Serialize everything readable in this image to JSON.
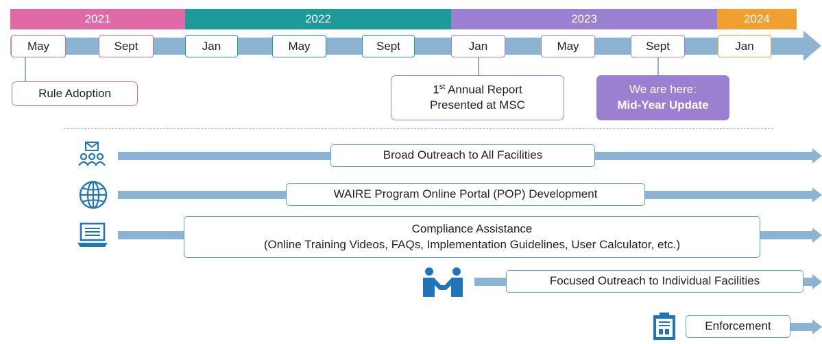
{
  "timeline": {
    "years": [
      {
        "label": "2021",
        "color": "#e06aa6"
      },
      {
        "label": "2022",
        "color": "#1e9a9a"
      },
      {
        "label": "2023",
        "color": "#9b7fd0"
      },
      {
        "label": "2024",
        "color": "#f0a030"
      }
    ],
    "months": [
      {
        "label": "May",
        "border": "#e06aa6"
      },
      {
        "label": "Sept",
        "border": "#e06aa6"
      },
      {
        "label": "Jan",
        "border": "#1e9a9a"
      },
      {
        "label": "May",
        "border": "#1e9a9a"
      },
      {
        "label": "Sept",
        "border": "#1e9a9a"
      },
      {
        "label": "Jan",
        "border": "#9b7fd0"
      },
      {
        "label": "May",
        "border": "#9b7fd0"
      },
      {
        "label": "Sept",
        "border": "#9b7fd0"
      },
      {
        "label": "Jan",
        "border": "#f0a030"
      }
    ],
    "axis_color": "#8db3d3"
  },
  "callouts": {
    "rule_adoption": "Rule Adoption",
    "annual_report_prefix": "1",
    "annual_report_sup": "st",
    "annual_report_line1_rest": " Annual Report",
    "annual_report_line2": "Presented at MSC",
    "here_line1": "We are here:",
    "here_line2": "Mid-Year Update"
  },
  "tracks": {
    "broad_outreach": "Broad Outreach to All Facilities",
    "pop_development": "WAIRE Program Online Portal (POP) Development",
    "compliance_line1": "Compliance Assistance",
    "compliance_line2": "(Online Training Videos, FAQs, Implementation Guidelines, User Calculator, etc.)",
    "focused_outreach": "Focused Outreach to Individual Facilities",
    "enforcement": "Enforcement"
  },
  "icons": {
    "broad_outreach": "mail-group-icon",
    "pop_development": "globe-icon",
    "compliance": "laptop-icon",
    "focused_outreach": "handshake-icon",
    "enforcement": "clipboard-icon"
  },
  "colors": {
    "icon_blue": "#1f75b9",
    "box_border": "#5aa2dc",
    "here_fill": "#9b7fd0"
  }
}
